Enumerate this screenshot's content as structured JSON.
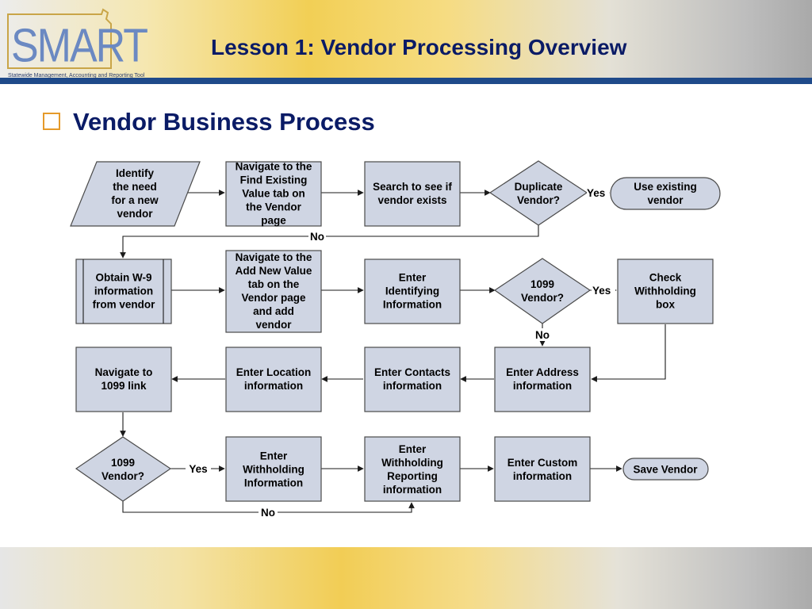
{
  "header": {
    "logo_text": "SMART",
    "logo_tagline": "Statewide Management, Accounting and Reporting Tool",
    "title": "Lesson 1: Vendor Processing Overview"
  },
  "section": {
    "title": "Vendor Business Process"
  },
  "flow": {
    "identify": [
      "Identify",
      "the need",
      "for a new",
      "vendor"
    ],
    "nav_find": [
      "Navigate to the",
      "Find Existing",
      "Value tab on",
      "the Vendor",
      "page"
    ],
    "search": [
      "Search to see if",
      "vendor exists"
    ],
    "duplicate": [
      "Duplicate",
      "Vendor?"
    ],
    "use_existing": [
      "Use existing",
      "vendor"
    ],
    "obtain_w9": [
      "Obtain W-9",
      "information",
      "from vendor"
    ],
    "nav_add": [
      "Navigate to the",
      "Add New Value",
      "tab on the",
      "Vendor page",
      "and add",
      "vendor"
    ],
    "enter_identifying": [
      "Enter",
      "Identifying",
      "Information"
    ],
    "vendor_1099_a": [
      "1099",
      "Vendor?"
    ],
    "check_withholding": [
      "Check",
      "Withholding",
      "box"
    ],
    "nav_1099": [
      "Navigate to",
      "1099 link"
    ],
    "enter_location": [
      "Enter Location",
      "information"
    ],
    "enter_contacts": [
      "Enter Contacts",
      "information"
    ],
    "enter_address": [
      "Enter Address",
      "information"
    ],
    "vendor_1099_b": [
      "1099",
      "Vendor?"
    ],
    "enter_withholding": [
      "Enter",
      "Withholding",
      "Information"
    ],
    "enter_withholding_reporting": [
      "Enter",
      "Withholding",
      "Reporting",
      "information"
    ],
    "enter_custom": [
      "Enter Custom",
      "information"
    ],
    "save_vendor": [
      "Save Vendor"
    ],
    "labels": {
      "yes_duplicate": "Yes",
      "no_duplicate": "No",
      "yes_1099_a": "Yes",
      "no_1099_a": "No",
      "yes_1099_b": "Yes",
      "no_1099_b": "No"
    }
  }
}
